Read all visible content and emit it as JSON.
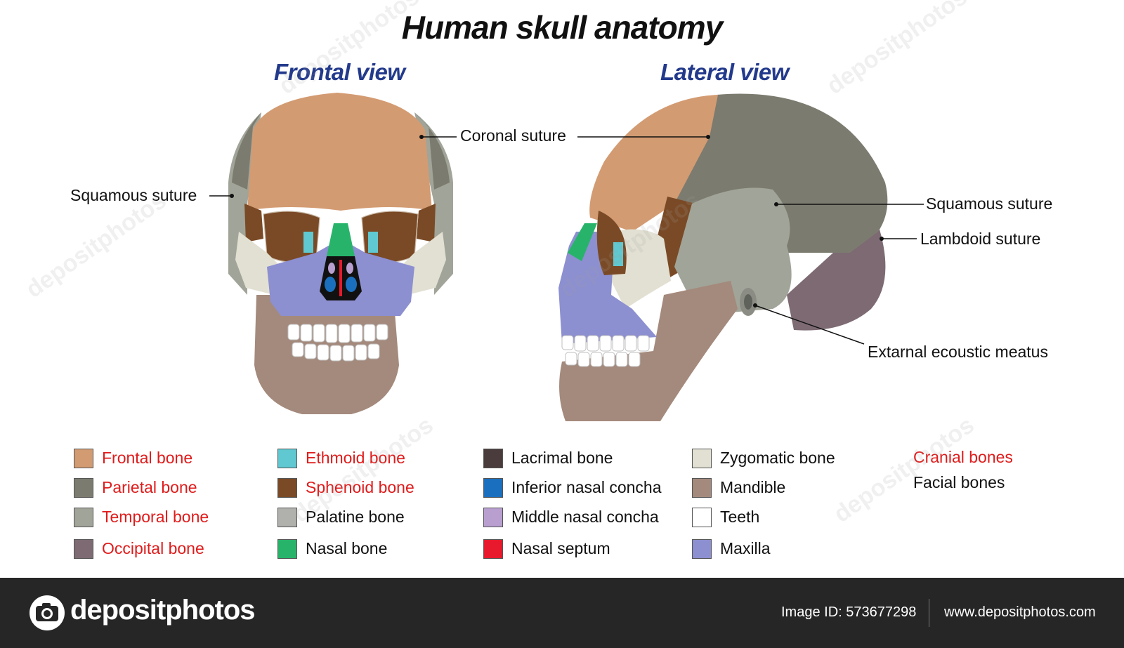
{
  "title": "Human skull anatomy",
  "views": {
    "frontal": "Frontal view",
    "lateral": "Lateral view"
  },
  "callouts": {
    "coronal_suture": "Coronal suture",
    "squamous_suture_frontal": "Squamous suture",
    "squamous_suture_lateral": "Squamous suture",
    "lambdoid_suture": "Lambdoid suture",
    "external_acoustic_meatus": "Extarnal ecoustic meatus"
  },
  "legend": {
    "columns": [
      [
        {
          "label": "Frontal bone",
          "color": "#d39b72",
          "group": "cranial"
        },
        {
          "label": "Parietal bone",
          "color": "#7c7b6f",
          "group": "cranial"
        },
        {
          "label": "Temporal bone",
          "color": "#a1a498",
          "group": "cranial"
        },
        {
          "label": "Occipital bone",
          "color": "#7d6a73",
          "group": "cranial"
        }
      ],
      [
        {
          "label": "Ethmoid bone",
          "color": "#5fc8d0",
          "group": "cranial"
        },
        {
          "label": "Sphenoid bone",
          "color": "#7a4a26",
          "group": "cranial"
        },
        {
          "label": "Palatine bone",
          "color": "#b0b0ac",
          "group": "facial"
        },
        {
          "label": "Nasal bone",
          "color": "#27b46a",
          "group": "facial"
        }
      ],
      [
        {
          "label": "Lacrimal bone",
          "color": "#4a3c3c",
          "group": "facial"
        },
        {
          "label": "Inferior nasal concha",
          "color": "#1b6fbf",
          "group": "facial"
        },
        {
          "label": "Middle nasal concha",
          "color": "#b89fd0",
          "group": "facial"
        },
        {
          "label": "Nasal septum",
          "color": "#e8192c",
          "group": "facial"
        }
      ],
      [
        {
          "label": "Zygomatic bone",
          "color": "#e2e0d2",
          "group": "facial"
        },
        {
          "label": "Mandible",
          "color": "#a48a7c",
          "group": "facial"
        },
        {
          "label": "Teeth",
          "color": "#ffffff",
          "group": "facial"
        },
        {
          "label": "Maxilla",
          "color": "#8c8fd0",
          "group": "facial"
        }
      ]
    ],
    "key": {
      "cranial": "Cranial bones",
      "facial": "Facial bones"
    }
  },
  "colors": {
    "title_blue": "#233a8c",
    "cranial_red": "#e01b1b",
    "facial_black": "#111111"
  },
  "footer": {
    "logo": "depositphotos",
    "image_id": "Image ID: 573677298",
    "url": "www.depositphotos.com"
  },
  "watermark": "depositphotos"
}
